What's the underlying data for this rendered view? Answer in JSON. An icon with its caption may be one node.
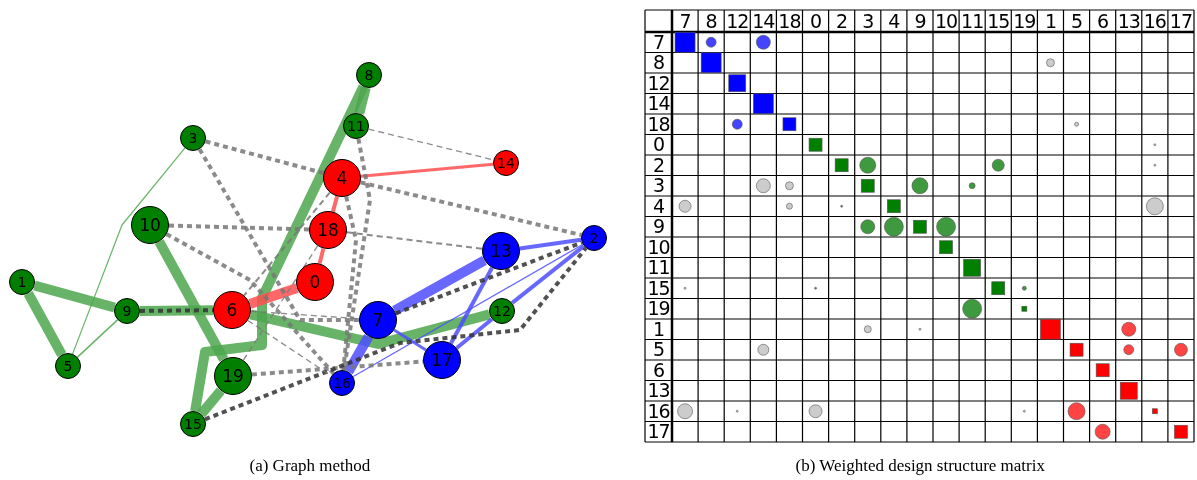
{
  "diagram": {
    "nodes": [
      {
        "text": [
          "8"
        ]
      },
      {
        "text": [
          "11"
        ]
      },
      {
        "text": [
          "3"
        ]
      },
      {
        "text": [
          "14"
        ]
      },
      {
        "text": [
          "4"
        ]
      },
      {
        "text": [
          "10"
        ]
      },
      {
        "text": [
          "18"
        ]
      },
      {
        "text": [
          "2"
        ]
      },
      {
        "text": [
          "13"
        ]
      },
      {
        "text": [
          "0"
        ]
      },
      {
        "text": [
          "1"
        ]
      },
      {
        "text": [
          "9"
        ]
      },
      {
        "text": [
          "6"
        ]
      },
      {
        "text": [
          "12"
        ]
      },
      {
        "text": [
          "7"
        ]
      },
      {
        "text": [
          "17"
        ]
      },
      {
        "text": [
          "5"
        ]
      },
      {
        "text": [
          "19"
        ]
      },
      {
        "text": [
          "16"
        ]
      },
      {
        "text": [
          "15"
        ]
      }
    ],
    "edges": [
      {
        "from": 10,
        "to": 16,
        "arrow": "none",
        "style": "thick",
        "color": "#4ca64c"
      },
      {
        "from": 10,
        "to": 11,
        "arrow": "none",
        "style": "thick",
        "color": "#4ca64c"
      },
      {
        "from": 11,
        "to": 16,
        "arrow": "none",
        "color": "#4ca64c"
      },
      {
        "from": 2,
        "to": 16,
        "arrow": "none",
        "color": "#4ca64c"
      },
      {
        "from": 11,
        "to": 12,
        "arrow": "none",
        "style": "thick",
        "color": "#4ca64c"
      },
      {
        "from": 12,
        "to": 13,
        "arrow": "none",
        "style": "thick",
        "color": "#4ca64c"
      },
      {
        "from": 5,
        "to": 17,
        "arrow": "none",
        "style": "thick",
        "color": "#4ca64c"
      },
      {
        "from": 0,
        "to": 1,
        "arrow": "none",
        "style": "thick",
        "color": "#4ca64c"
      },
      {
        "from": 0,
        "to": 19,
        "arrow": "none",
        "style": "thick",
        "color": "#4ca64c"
      },
      {
        "from": 19,
        "to": 17,
        "arrow": "none",
        "style": "thick",
        "color": "#4ca64c"
      },
      {
        "from": 12,
        "to": 9,
        "arrow": "none",
        "style": "thick",
        "color": "#ff4d4d"
      },
      {
        "from": 9,
        "to": 6,
        "arrow": "none",
        "color": "#ff4d4d"
      },
      {
        "from": 6,
        "to": 4,
        "arrow": "none",
        "color": "#ff4d4d"
      },
      {
        "from": 4,
        "to": 3,
        "arrow": "none",
        "color": "#ff4d4d"
      },
      {
        "from": 8,
        "to": 7,
        "arrow": "none",
        "color": "#4d4dff"
      },
      {
        "from": 8,
        "to": 14,
        "arrow": "none",
        "style": "thick",
        "color": "#4d4dff"
      },
      {
        "from": 8,
        "to": 15,
        "arrow": "none",
        "color": "#4d4dff"
      },
      {
        "from": 7,
        "to": 13,
        "arrow": "none",
        "color": "#4d4dff"
      },
      {
        "from": 13,
        "to": 15,
        "arrow": "none",
        "color": "#4d4dff"
      },
      {
        "from": 7,
        "to": 18,
        "arrow": "none",
        "color": "#4d4dff"
      },
      {
        "from": 14,
        "to": 15,
        "arrow": "none",
        "color": "#4d4dff"
      },
      {
        "from": 14,
        "to": 18,
        "arrow": "none",
        "style": "thick",
        "color": "#4d4dff"
      },
      {
        "from": 2,
        "to": 4,
        "arrow": "none",
        "style": "dashed"
      },
      {
        "from": 2,
        "to": 14,
        "arrow": "none",
        "style": "dashed"
      },
      {
        "from": 5,
        "to": 6,
        "arrow": "none",
        "style": "dashed"
      },
      {
        "from": 5,
        "to": 18,
        "arrow": "none",
        "style": "dashed"
      },
      {
        "from": 1,
        "to": 3,
        "arrow": "none",
        "style": "dashed"
      },
      {
        "from": 1,
        "to": 18,
        "arrow": "none",
        "style": "dashed"
      },
      {
        "from": 4,
        "to": 7,
        "arrow": "none",
        "style": "dashed"
      },
      {
        "from": 6,
        "to": 8,
        "arrow": "none",
        "style": "dashed"
      },
      {
        "from": 4,
        "to": 18,
        "arrow": "none",
        "style": "dashed"
      },
      {
        "from": 17,
        "to": 15,
        "arrow": "none",
        "style": "dashed"
      },
      {
        "from": 19,
        "to": 7,
        "arrow": "none",
        "style": "dashed",
        "color": "#333333"
      },
      {
        "from": 12,
        "to": 18,
        "arrow": "none",
        "style": "dashed"
      },
      {
        "from": 6,
        "to": 17,
        "arrow": "none",
        "style": "dashed"
      },
      {
        "from": 4,
        "to": 12,
        "arrow": "none",
        "style": "dashed"
      },
      {
        "from": 11,
        "to": 12,
        "arrow": "none",
        "style": "dashed",
        "color": "#333333"
      },
      {
        "from": 14,
        "to": 7,
        "arrow": "none",
        "style": "dashed",
        "color": "#333333"
      },
      {
        "from": 12,
        "to": 14,
        "arrow": "none",
        "style": "dashed"
      }
    ],
    "labels": [
      "7",
      "8",
      "12",
      "14",
      "18",
      "0",
      "2",
      "3",
      "4",
      "9",
      "10",
      "11",
      "15",
      "19",
      "1",
      "5",
      "6",
      "13",
      "16",
      "17",
      "7",
      "8",
      "12",
      "14",
      "18",
      "0",
      "2",
      "3",
      "4",
      "9",
      "10",
      "11",
      "15",
      "19",
      "1",
      "5",
      "6",
      "13",
      "16",
      "17",
      "(a) Graph method",
      "(b) Weighted design structure matrix"
    ]
  }
}
